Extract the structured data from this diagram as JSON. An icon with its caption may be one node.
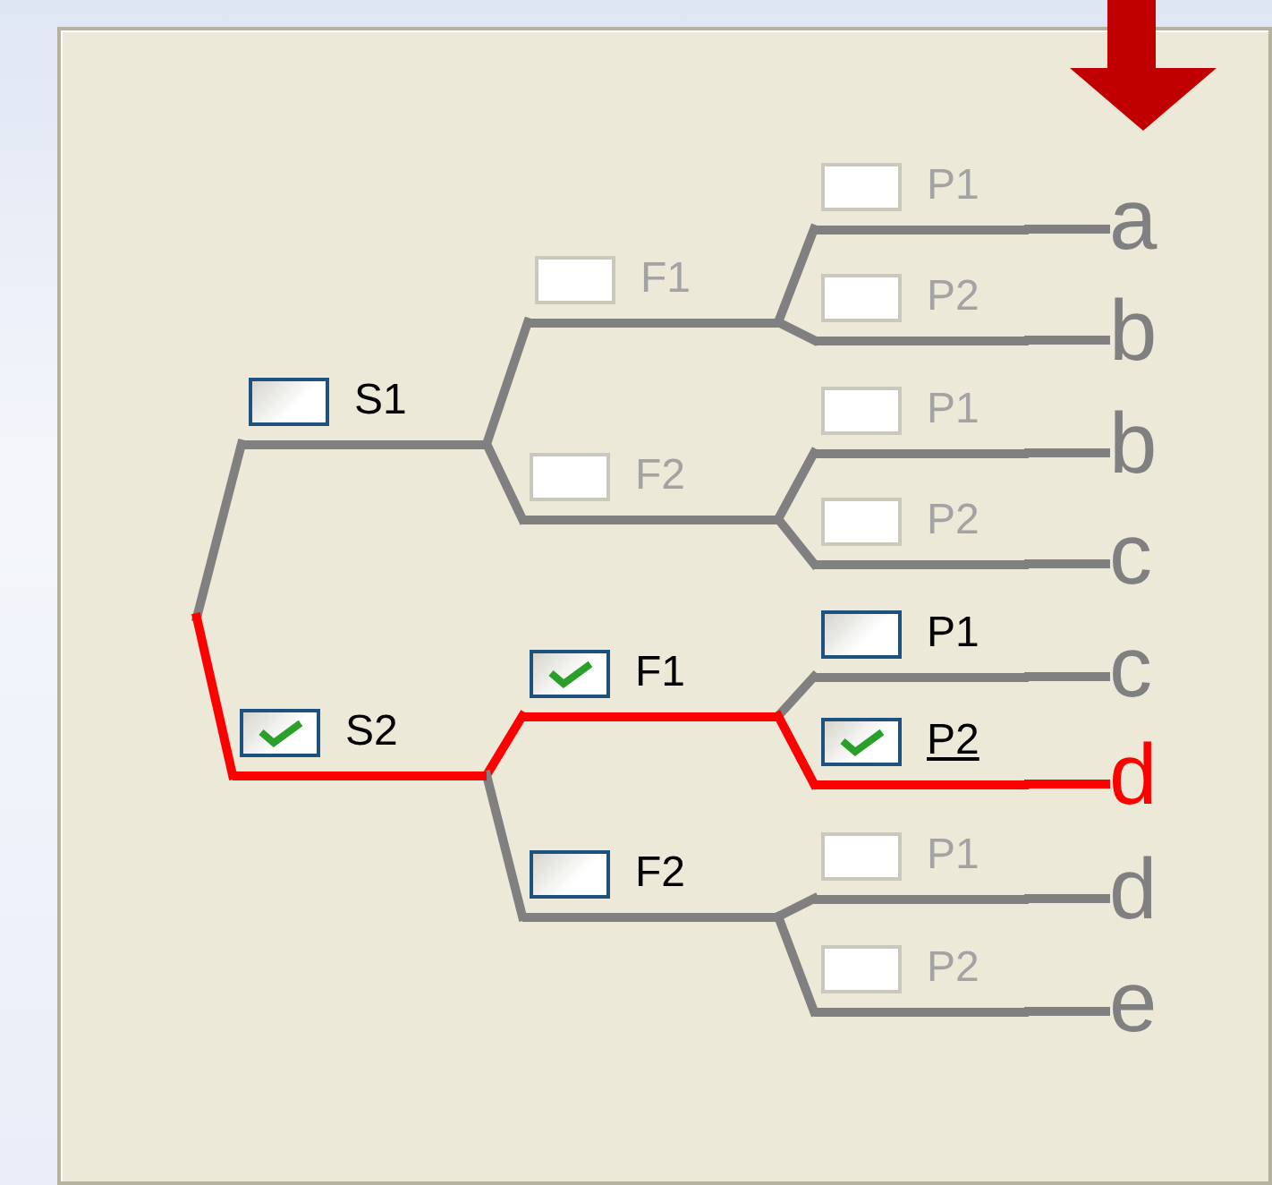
{
  "diagram": {
    "nodes": [
      {
        "text": [
          "S1"
        ]
      },
      {
        "text": [
          "F1"
        ]
      },
      {
        "text": [
          "P1"
        ]
      },
      {
        "text": [
          "P2"
        ]
      },
      {
        "text": [
          "F2"
        ]
      },
      {
        "text": [
          "P1"
        ]
      },
      {
        "text": [
          "P2"
        ]
      },
      {
        "text": [
          "S2"
        ]
      },
      {
        "text": [
          "F1"
        ]
      },
      {
        "text": [
          "P1"
        ]
      },
      {
        "text": [
          "P2"
        ]
      },
      {
        "text": [
          "F2"
        ]
      },
      {
        "text": [
          "P1"
        ]
      },
      {
        "text": [
          "P2"
        ]
      },
      {
        "text": [
          "a"
        ]
      },
      {
        "text": [
          "b"
        ]
      },
      {
        "text": [
          "b"
        ]
      },
      {
        "text": [
          "c"
        ]
      },
      {
        "text": [
          "c"
        ]
      },
      {
        "text": [
          "d"
        ]
      },
      {
        "text": [
          "d"
        ]
      },
      {
        "text": [
          "e"
        ]
      }
    ],
    "edges": [
      {
        "from": null,
        "to": 0,
        "arrow": "none"
      },
      {
        "from": null,
        "to": 7,
        "arrow": "none",
        "color": "#ff0000"
      },
      {
        "from": 0,
        "to": 1,
        "arrow": "none"
      },
      {
        "from": 0,
        "to": 4,
        "arrow": "none"
      },
      {
        "from": 1,
        "to": 2,
        "arrow": "none"
      },
      {
        "from": 1,
        "to": 3,
        "arrow": "none"
      },
      {
        "from": 4,
        "to": 5,
        "arrow": "none"
      },
      {
        "from": 4,
        "to": 6,
        "arrow": "none"
      },
      {
        "from": 7,
        "to": 8,
        "arrow": "none",
        "color": "#ff0000"
      },
      {
        "from": 7,
        "to": 11,
        "arrow": "none"
      },
      {
        "from": 8,
        "to": 9,
        "arrow": "none"
      },
      {
        "from": 8,
        "to": 10,
        "arrow": "none",
        "color": "#ff0000"
      },
      {
        "from": 11,
        "to": 12,
        "arrow": "none"
      },
      {
        "from": 11,
        "to": 13,
        "arrow": "none"
      },
      {
        "from": 2,
        "to": 14,
        "arrow": "none"
      },
      {
        "from": 3,
        "to": 15,
        "arrow": "none"
      },
      {
        "from": 5,
        "to": 16,
        "arrow": "none"
      },
      {
        "from": 6,
        "to": 17,
        "arrow": "none"
      },
      {
        "from": 9,
        "to": 18,
        "arrow": "none"
      },
      {
        "from": 10,
        "to": 19,
        "arrow": "none",
        "color": "#ff0000"
      },
      {
        "from": 12,
        "to": 20,
        "arrow": "none"
      },
      {
        "from": 13,
        "to": 21,
        "arrow": "none"
      }
    ]
  }
}
